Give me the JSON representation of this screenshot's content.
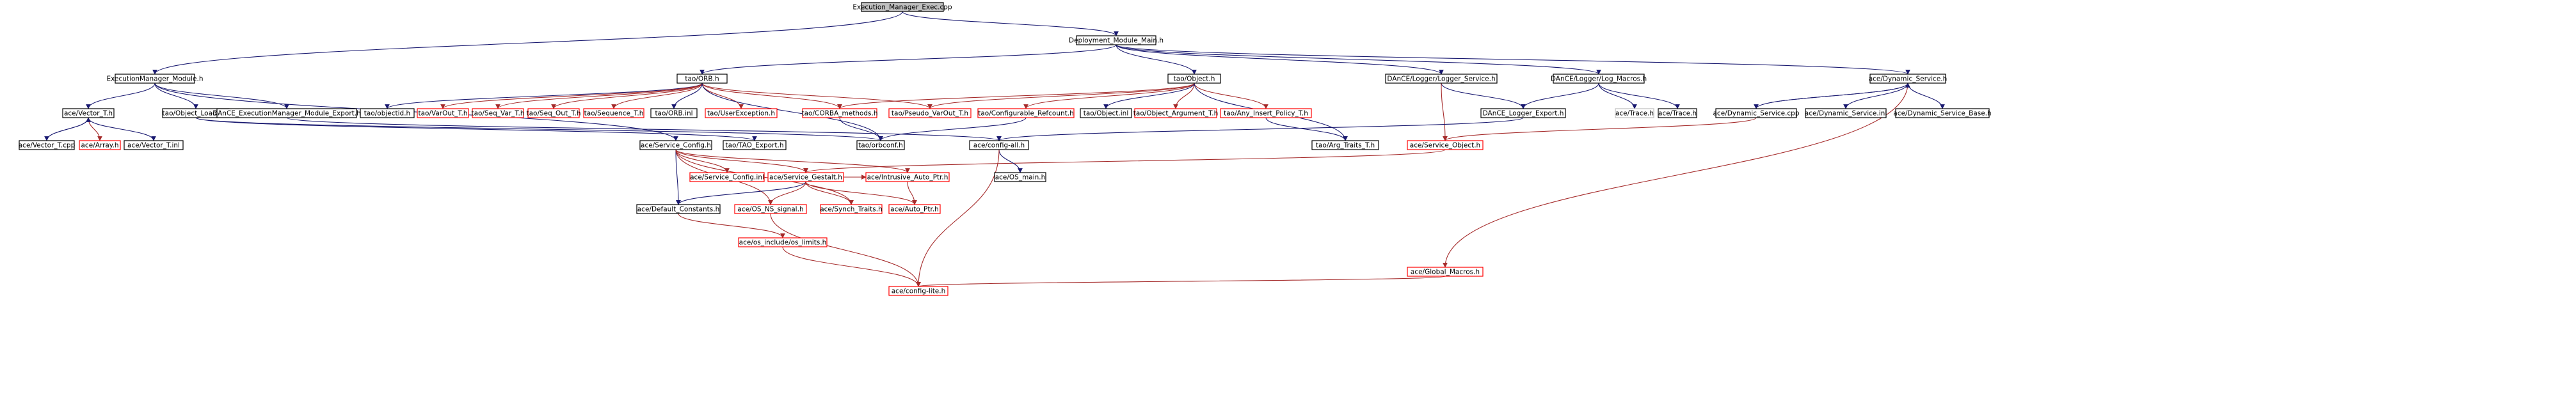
{
  "nodes": [
    {
      "id": "root",
      "label": "Execution_Manager_Exec.cpp",
      "style": "root"
    },
    {
      "id": "dmm",
      "label": "Deployment_Module_Main.h",
      "style": "blk"
    },
    {
      "id": "emm",
      "label": "ExecutionManager_Module.h",
      "style": "blk"
    },
    {
      "id": "orb",
      "label": "tao/ORB.h",
      "style": "blk"
    },
    {
      "id": "obj",
      "label": "tao/Object.h",
      "style": "blk"
    },
    {
      "id": "lls",
      "label": "DAnCE/Logger/Logger_Service.h",
      "style": "blk"
    },
    {
      "id": "lmac",
      "label": "DAnCE/Logger/Log_Macros.h",
      "style": "blk"
    },
    {
      "id": "dynsvc",
      "label": "ace/Dynamic_Service.h",
      "style": "blk"
    },
    {
      "id": "vec",
      "label": "ace/Vector_T.h",
      "style": "blk"
    },
    {
      "id": "objl",
      "label": "tao/Object_Loader.h",
      "style": "blk"
    },
    {
      "id": "emexp",
      "label": "DAnCE_ExecutionManager_Module_Export.h",
      "style": "blk"
    },
    {
      "id": "objid",
      "label": "tao/objectid.h",
      "style": "blk"
    },
    {
      "id": "varout",
      "label": "tao/VarOut_T.h",
      "style": "red"
    },
    {
      "id": "seqvar",
      "label": "tao/Seq_Var_T.h",
      "style": "red"
    },
    {
      "id": "seqout",
      "label": "tao/Seq_Out_T.h",
      "style": "red"
    },
    {
      "id": "seqT",
      "label": "tao/Sequence_T.h",
      "style": "red"
    },
    {
      "id": "orbinl",
      "label": "tao/ORB.inl",
      "style": "blk"
    },
    {
      "id": "usrex",
      "label": "tao/UserException.h",
      "style": "red"
    },
    {
      "id": "corba",
      "label": "tao/CORBA_methods.h",
      "style": "red"
    },
    {
      "id": "pseudo",
      "label": "tao/Pseudo_VarOut_T.h",
      "style": "red"
    },
    {
      "id": "cfgref",
      "label": "tao/Configurable_Refcount.h",
      "style": "red"
    },
    {
      "id": "objinl",
      "label": "tao/Object.inl",
      "style": "blk"
    },
    {
      "id": "objarg",
      "label": "tao/Object_Argument_T.h",
      "style": "red"
    },
    {
      "id": "anyins",
      "label": "tao/Any_Insert_Policy_T.h",
      "style": "red"
    },
    {
      "id": "dlexp",
      "label": "DAnCE_Logger_Export.h",
      "style": "blk"
    },
    {
      "id": "trace",
      "label": "ace/Trace.h",
      "style": "gray"
    },
    {
      "id": "atrace",
      "label": "ace/Trace.h",
      "style": "blk"
    },
    {
      "id": "dyncpp",
      "label": "ace/Dynamic_Service.cpp",
      "style": "blk"
    },
    {
      "id": "dyninl",
      "label": "ace/Dynamic_Service.inl",
      "style": "blk"
    },
    {
      "id": "dynbase",
      "label": "ace/Dynamic_Service_Base.h",
      "style": "blk"
    },
    {
      "id": "veccpp",
      "label": "ace/Vector_T.cpp",
      "style": "blk"
    },
    {
      "id": "array",
      "label": "ace/Array.h",
      "style": "red"
    },
    {
      "id": "vecinl",
      "label": "ace/Vector_T.inl",
      "style": "blk"
    },
    {
      "id": "svccfg",
      "label": "ace/Service_Config.h",
      "style": "blk"
    },
    {
      "id": "taoexp",
      "label": "tao/TAO_Export.h",
      "style": "blk"
    },
    {
      "id": "orbconf",
      "label": "tao/orbconf.h",
      "style": "blk"
    },
    {
      "id": "cfgall",
      "label": "ace/config-all.h",
      "style": "blk"
    },
    {
      "id": "svcobj",
      "label": "ace/Service_Object.h",
      "style": "red"
    },
    {
      "id": "argtr",
      "label": "tao/Arg_Traits_T.h",
      "style": "blk"
    },
    {
      "id": "svccfginl",
      "label": "ace/Service_Config.inl",
      "style": "red"
    },
    {
      "id": "gestalt",
      "label": "ace/Service_Gestalt.h",
      "style": "red"
    },
    {
      "id": "intru",
      "label": "ace/Intrusive_Auto_Ptr.h",
      "style": "red"
    },
    {
      "id": "osmain",
      "label": "ace/OS_main.h",
      "style": "blk"
    },
    {
      "id": "defc",
      "label": "ace/Default_Constants.h",
      "style": "blk"
    },
    {
      "id": "nssig",
      "label": "ace/OS_NS_signal.h",
      "style": "red"
    },
    {
      "id": "synch",
      "label": "ace/Synch_Traits.h",
      "style": "red"
    },
    {
      "id": "autoptr",
      "label": "ace/Auto_Ptr.h",
      "style": "red"
    },
    {
      "id": "oslim",
      "label": "ace/os_include/os_limits.h",
      "style": "red"
    },
    {
      "id": "glob",
      "label": "ace/Global_Macros.h",
      "style": "red"
    },
    {
      "id": "cfglite",
      "label": "ace/config-lite.h",
      "style": "red"
    }
  ]
}
